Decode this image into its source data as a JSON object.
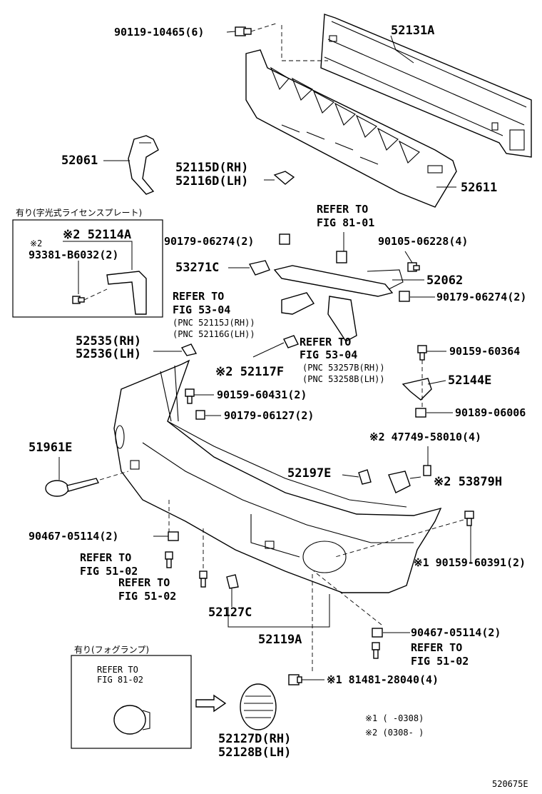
{
  "labels": {
    "p90119": "90119-10465(6)",
    "p52131A": "52131A",
    "p52061": "52061",
    "p52115D": "52115D(RH)",
    "p52116D": "52116D(LH)",
    "p52611": "52611",
    "box1_title": "有り(字光式ライセンスプレート)",
    "box1_note2": "※2",
    "box1_52114A": "※2 52114A",
    "box1_93381": "93381-B6032(2)",
    "refer_81_01_a": "REFER TO",
    "refer_81_01_b": "FIG 81-01",
    "p90179_06274_2a": "90179-06274(2)",
    "p90105": "90105-06228(4)",
    "p53271C": "53271C",
    "p52062": "52062",
    "p90179_06274_2b": "90179-06274(2)",
    "refer_53_04a_1": "REFER TO",
    "refer_53_04a_2": "FIG 53-04",
    "refer_53_04a_3": "(PNC 52115J(RH))",
    "refer_53_04a_4": "(PNC 52116G(LH))",
    "p52535": "52535(RH)",
    "p52536": "52536(LH)",
    "refer_53_04b_1": "REFER TO",
    "refer_53_04b_2": "FIG 53-04",
    "refer_53_04b_3": "(PNC 53257B(RH))",
    "refer_53_04b_4": "(PNC 53258B(LH))",
    "p90159_60364": "90159-60364",
    "p52117F": "※2 52117F",
    "p52144E": "52144E",
    "p90159_60431": "90159-60431(2)",
    "p90179_06127": "90179-06127(2)",
    "p90189": "90189-06006",
    "p47749": "※2 47749-58010(4)",
    "p51961E": "51961E",
    "p52197E": "52197E",
    "p53879H": "※2 53879H",
    "p90467_a": "90467-05114(2)",
    "refer_51_02a_1": "REFER TO",
    "refer_51_02a_2": "FIG 51-02",
    "refer_51_02b_1": "REFER TO",
    "refer_51_02b_2": "FIG 51-02",
    "p90159_60391": "※1 90159-60391(2)",
    "p52127C": "52127C",
    "p52119A": "52119A",
    "p90467_b": "90467-05114(2)",
    "refer_51_02c_1": "REFER TO",
    "refer_51_02c_2": "FIG 51-02",
    "box2_title": "有り(フォグランプ)",
    "box2_refer1": "REFER TO",
    "box2_refer2": "FIG 81-02",
    "p81481": "※1 81481-28040(4)",
    "p52127D": "52127D(RH)",
    "p52128B": "52128B(LH)",
    "note1": "※1 (      -0308)",
    "note2": "※2 (0308-      )",
    "diagram_id": "520675E"
  }
}
